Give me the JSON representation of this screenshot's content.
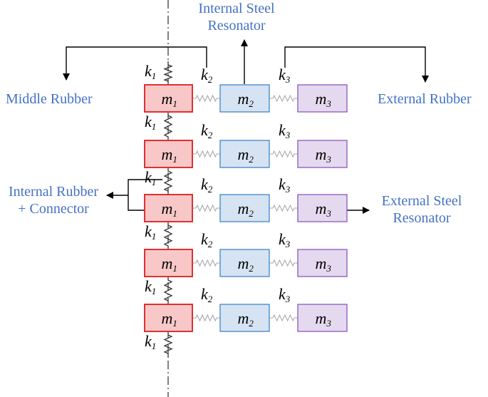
{
  "labels": {
    "internal_steel_resonator": [
      "Internal Steel",
      "Resonator"
    ],
    "middle_rubber": "Middle Rubber",
    "external_rubber": "External Rubber",
    "internal_rubber_connector": [
      "Internal Rubber",
      "+ Connector"
    ],
    "external_steel_resonator": [
      "External Steel",
      "Resonator"
    ]
  },
  "symbols": {
    "k": "k",
    "m": "m",
    "sub1": "1",
    "sub2": "2",
    "sub3": "3"
  },
  "colors": {
    "label_blue": "#4472c4",
    "m1_fill": "#f8c8c8",
    "m1_stroke": "#e03030",
    "m2_fill": "#d6e3f2",
    "m2_stroke": "#3f86c8",
    "m3_fill": "#e4d9ee",
    "m3_stroke": "#8f56c0",
    "spring_main": "#333333",
    "spring_light": "#aaaaaa"
  },
  "row_count": 5
}
